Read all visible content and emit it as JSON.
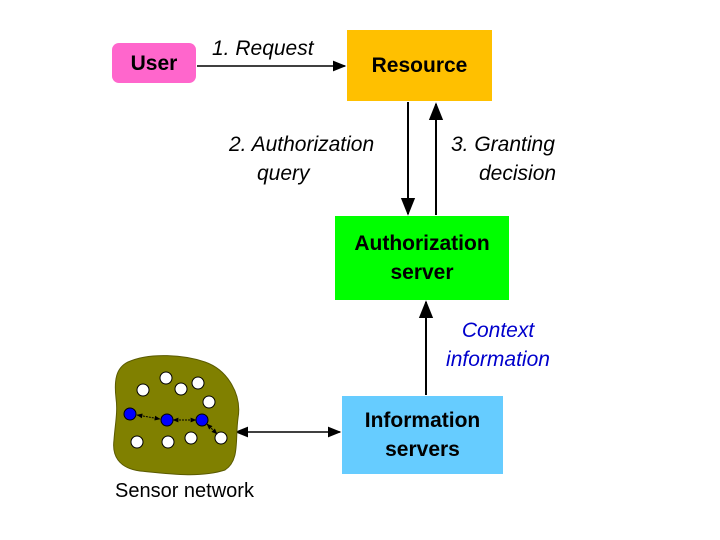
{
  "nodes": {
    "user": "User",
    "resource": "Resource",
    "auth_server": [
      "Authorization",
      "server"
    ],
    "info_servers": [
      "Information",
      "servers"
    ]
  },
  "edges": {
    "request": "1. Request",
    "auth_query": [
      "2. Authorization",
      "query"
    ],
    "granting": [
      "3. Granting",
      "decision"
    ],
    "context": [
      "Context",
      "information"
    ]
  },
  "sensor_label": "Sensor network",
  "colors": {
    "user": "#ff66cc",
    "resource": "#ffc000",
    "auth_server": "#00ff00",
    "info_servers": "#66ccff",
    "sensor_area": "#808000",
    "context_text": "#0000cc"
  }
}
